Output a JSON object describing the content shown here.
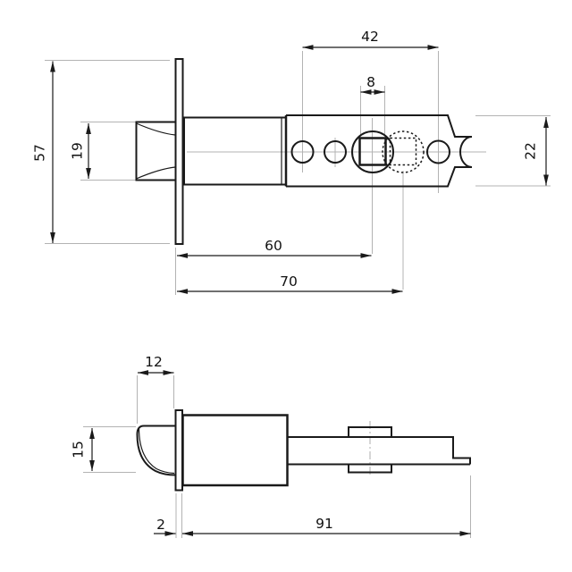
{
  "drawing": {
    "dims": {
      "d42": "42",
      "d8": "8",
      "d57": "57",
      "d19": "19",
      "d22": "22",
      "d60": "60",
      "d70": "70",
      "d12": "12",
      "d15": "15",
      "d2": "2",
      "d91": "91"
    },
    "colors": {
      "line": "#1a1a1a",
      "extension_line": "#b3b3b3",
      "text": "#111111",
      "background": "#ffffff"
    }
  }
}
